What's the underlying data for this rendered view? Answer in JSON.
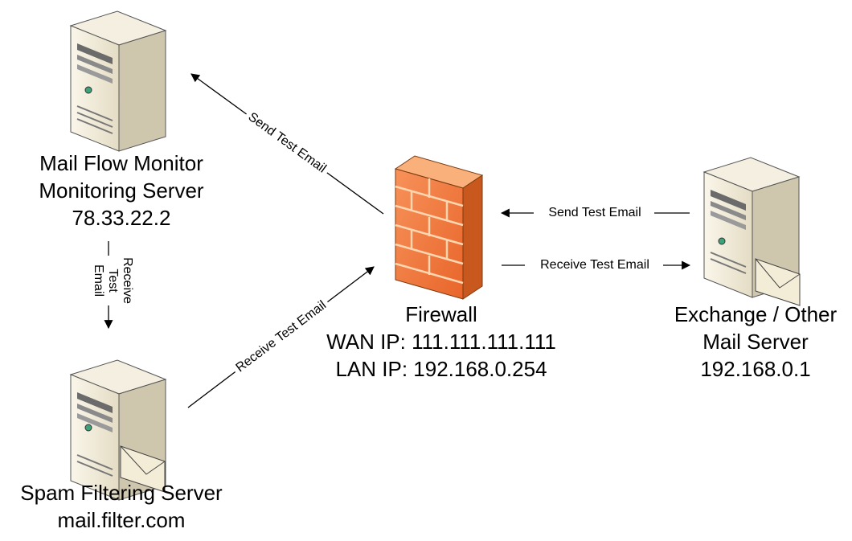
{
  "nodes": {
    "monitor": {
      "icon": "server-icon",
      "lines": [
        "Mail Flow Monitor",
        "Monitoring Server",
        "78.33.22.2"
      ]
    },
    "spam": {
      "icon": "mail-server-icon",
      "lines": [
        "Spam Filtering Server",
        "mail.filter.com"
      ]
    },
    "firewall": {
      "icon": "firewall-icon",
      "lines": [
        "Firewall",
        "WAN IP: 111.111.111.111",
        "LAN IP: 192.168.0.254"
      ]
    },
    "exchange": {
      "icon": "mail-server-icon",
      "lines": [
        "Exchange / Other",
        "Mail Server",
        "192.168.0.1"
      ]
    }
  },
  "edges": {
    "monitor_to_firewall": "Send Test Email",
    "spam_to_firewall": "Receive Test Email",
    "monitor_to_spam": [
      "Receive",
      "Test",
      "Email"
    ],
    "exchange_to_firewall": "Send Test Email",
    "firewall_to_exchange": "Receive Test Email"
  },
  "colors": {
    "firewall_brick": "#f47c3c",
    "firewall_mortar": "#ffd0a8",
    "server_body": "#ede6d3",
    "server_side": "#cdc4ac"
  }
}
